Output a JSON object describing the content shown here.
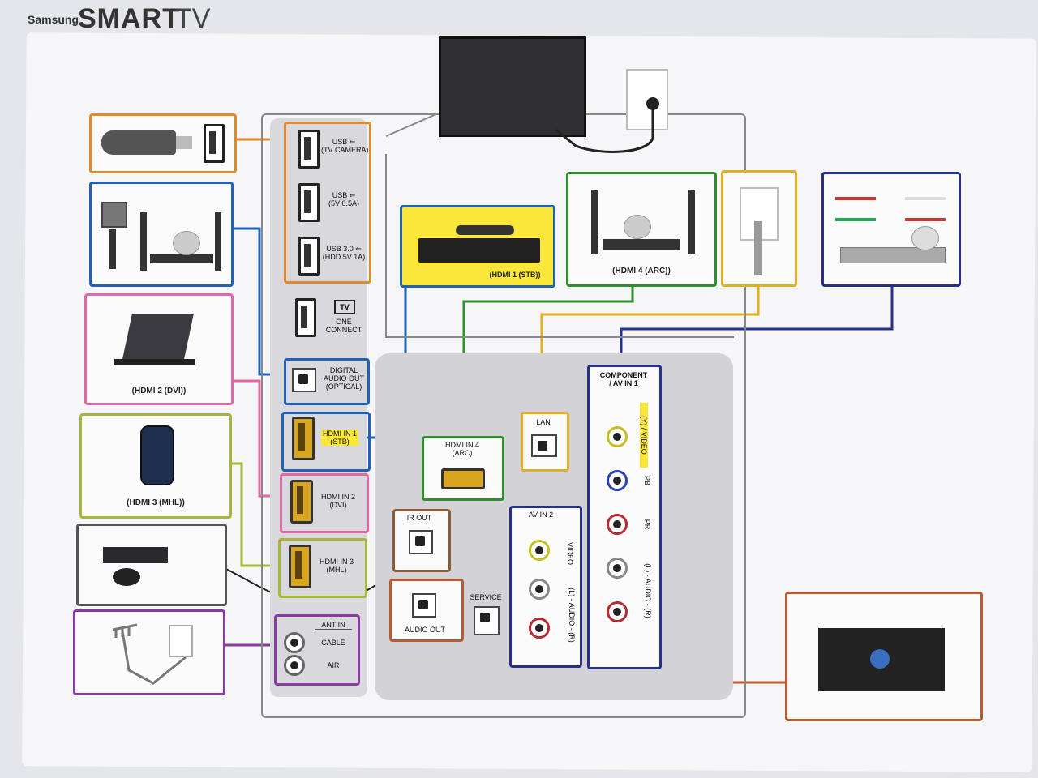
{
  "brand": {
    "maker": "Samsung",
    "logo_word": "SMART",
    "logo_suffix": "TV"
  },
  "devices": {
    "hdmi1": "(HDMI 1 (STB))",
    "hdmi2": "(HDMI 2 (DVI))",
    "hdmi3": "(HDMI 3 (MHL))",
    "hdmi4": "(HDMI 4 (ARC))"
  },
  "ports": {
    "usb1": "USB ⇐\n(TV CAMERA)",
    "usb2": "USB ⇐\n(5V 0.5A)",
    "usb3": "USB 3.0 ⇐\n(HDD 5V 1A)",
    "one_connect_badge": "TV",
    "one_connect": "ONE\nCONNECT",
    "digital_audio_out": "DIGITAL\nAUDIO OUT\n(OPTICAL)",
    "hdmi_in_1": "HDMI IN 1\n(STB)",
    "hdmi_in_2": "HDMI IN 2\n(DVI)",
    "hdmi_in_3": "HDMI IN 3\n(MHL)",
    "ant_in": "ANT IN",
    "cable": "CABLE",
    "air": "AIR",
    "hdmi_in_4": "HDMI IN 4\n(ARC)",
    "lan": "LAN",
    "component": "COMPONENT\n/ AV IN 1",
    "component_video": "(Y) / VIDEO",
    "pb": "PB",
    "pr": "PR",
    "component_audio": "(L) - AUDIO - (R)",
    "ir_out": "IR OUT",
    "audio_out": "AUDIO OUT",
    "service": "SERVICE",
    "av_in_2": "AV IN 2",
    "av_video": "VIDEO",
    "av_audio": "(L) - AUDIO - (R)"
  },
  "colors": {
    "orange": "#e08a2e",
    "blue": "#1f62b8",
    "pink": "#e06aa8",
    "yellow_green": "#a8b43a",
    "purple": "#8a3aa0",
    "green": "#2f8f2f",
    "gold": "#e0b020",
    "navy": "#25308a",
    "brown": "#b85a30",
    "gray": "#888888",
    "stb_fill": "#fbe63a"
  }
}
